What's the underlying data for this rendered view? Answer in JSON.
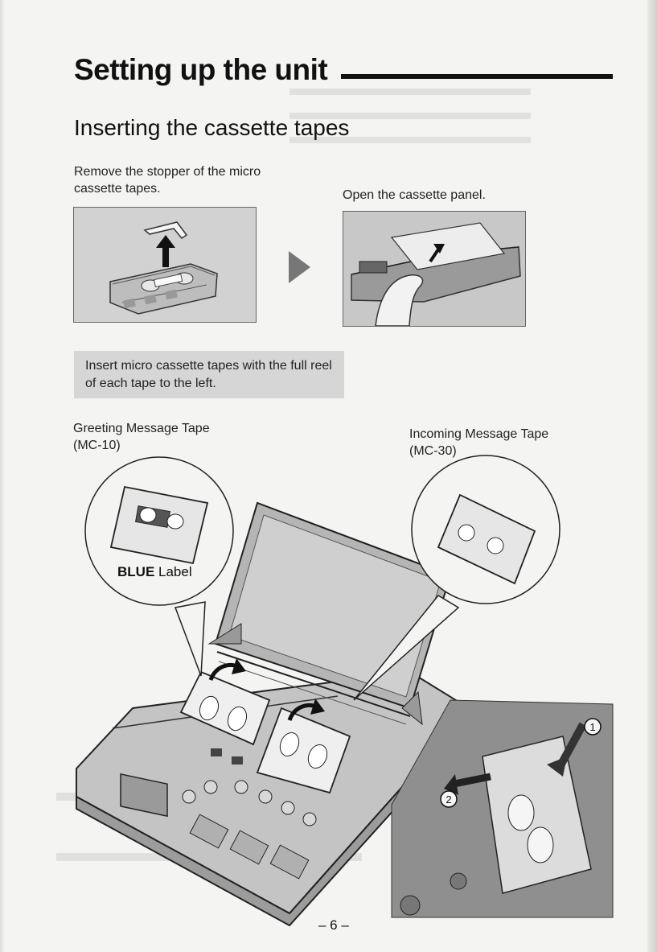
{
  "page": {
    "title": "Setting up the unit",
    "subtitle": "Inserting the cassette tapes",
    "page_number": "– 6 –"
  },
  "steps": {
    "step1": "Remove the stopper of the micro cassette tapes.",
    "step2": "Open the cassette panel.",
    "step3": "Insert micro cassette tapes with the full reel of each tape to the left."
  },
  "tapes": {
    "greeting_label": "Greeting Message Tape",
    "greeting_model": "(MC-10)",
    "incoming_label": "Incoming Message Tape",
    "incoming_model": "(MC-30)",
    "blue_word": "BLUE",
    "label_word": "Label"
  },
  "callouts": {
    "marker_1": "1",
    "marker_2": "2"
  },
  "icons": [
    "play-arrow-icon",
    "up-arrow-icon",
    "curved-arrow-icon"
  ]
}
